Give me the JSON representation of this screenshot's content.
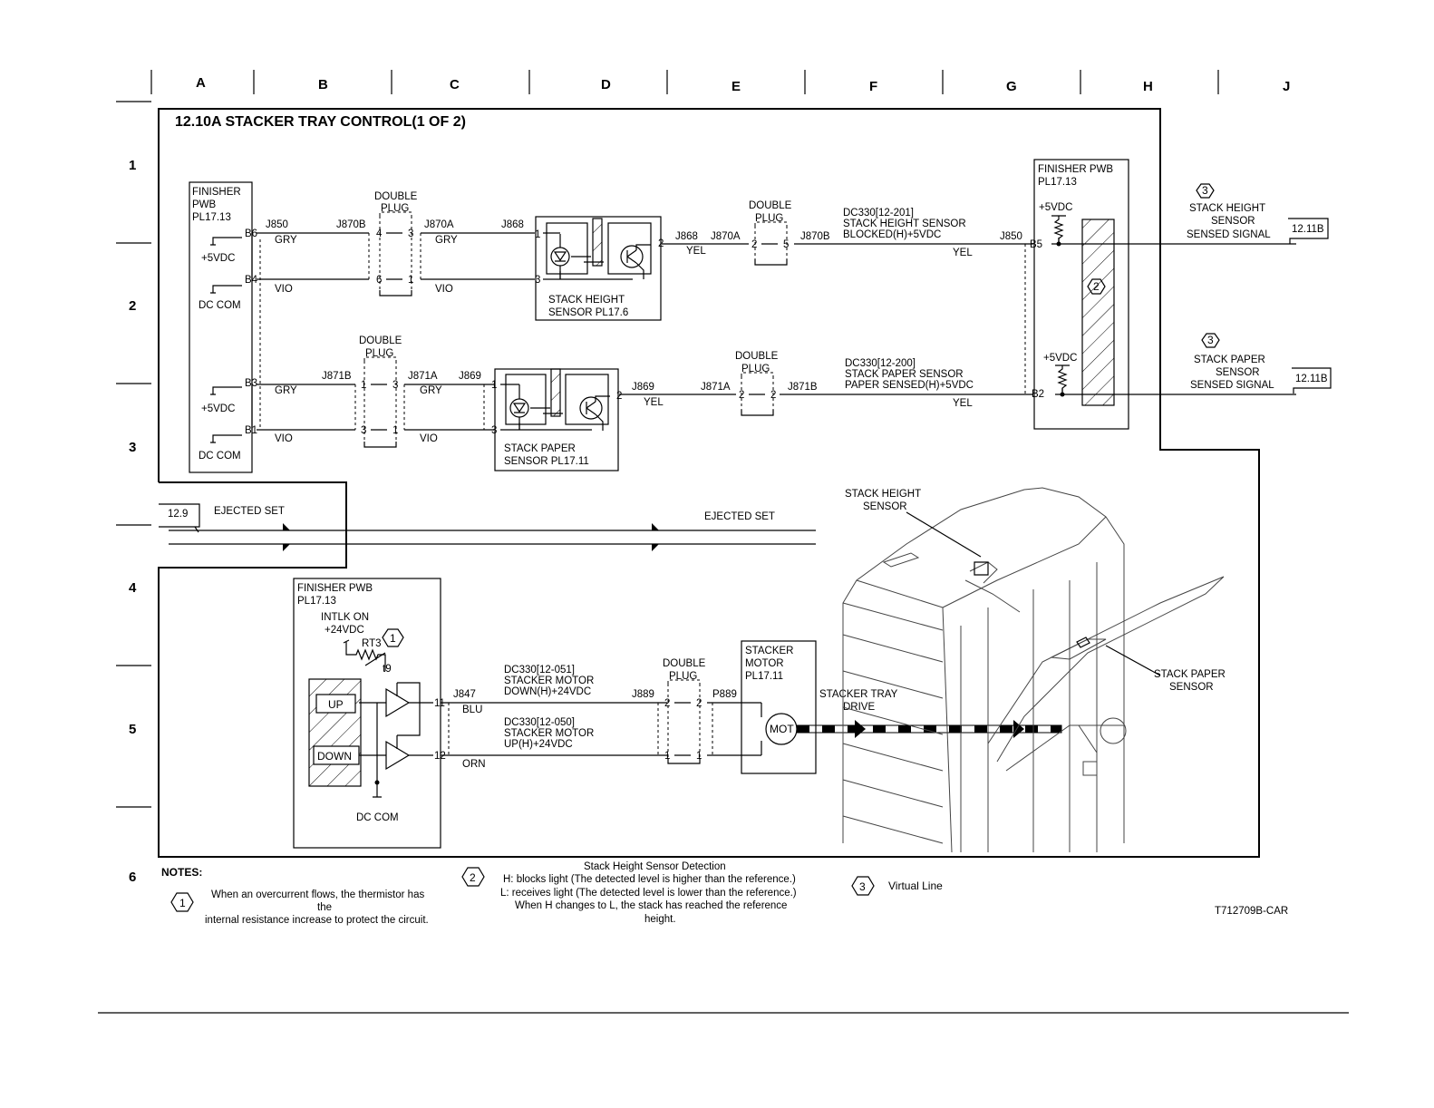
{
  "grid": {
    "columns": [
      "A",
      "B",
      "C",
      "D",
      "E",
      "F",
      "G",
      "H",
      "J"
    ],
    "rows": [
      "1",
      "2",
      "3",
      "4",
      "5",
      "6"
    ]
  },
  "title": "12.10A STACKER TRAY CONTROL(1 OF 2)",
  "pwb_top_left": {
    "line1": "FINISHER",
    "line2": "PWB",
    "line3": "PL17.13",
    "pin_b6": "B6",
    "pin_b4": "B4",
    "pin_b3": "B3",
    "pin_b1": "B1",
    "v1": "+5VDC",
    "g1": "DC COM",
    "v2": "+5VDC",
    "g2": "DC COM"
  },
  "pwb_top_right": {
    "line1": "FINISHER PWB",
    "line2": "PL17.13",
    "v1": "+5VDC",
    "v2": "+5VDC",
    "pin_b5": "B5",
    "pin_b2": "B2"
  },
  "pwb_bottom": {
    "line1": "FINISHER PWB",
    "line2": "PL17.13",
    "intlk1": "INTLK ON",
    "intlk2": "+24VDC",
    "rt3": "RT3",
    "t9": "t9",
    "up": "UP",
    "down": "DOWN",
    "gnd": "DC COM",
    "pin11": "11",
    "pin12": "12"
  },
  "wires": {
    "gry": "GRY",
    "vio": "VIO",
    "yel": "YEL",
    "blu": "BLU",
    "orn": "ORN"
  },
  "connectors": {
    "j850": "J850",
    "j870b": "J870B",
    "j870a": "J870A",
    "j868": "J868",
    "j871b": "J871B",
    "j871a": "J871A",
    "j869": "J869",
    "j847": "J847",
    "j889": "J889",
    "p889": "P889"
  },
  "plugs": {
    "double": "DOUBLE",
    "plug": "PLUG",
    "p4": "4",
    "p3": "3",
    "p6": "6",
    "p1": "1",
    "p2": "2",
    "p5": "5",
    "dash": "—"
  },
  "sensor_height": {
    "name1": "STACK HEIGHT",
    "name2": "SENSOR PL17.6",
    "pin1": "1",
    "pin2": "2",
    "pin3": "3"
  },
  "sensor_paper": {
    "name1": "STACK PAPER",
    "name2": "SENSOR PL17.11",
    "pin1": "1",
    "pin2": "2",
    "pin3": "3"
  },
  "dc_height": {
    "l1": "DC330[12-201]",
    "l2": "STACK HEIGHT SENSOR",
    "l3": "BLOCKED(H)+5VDC"
  },
  "dc_paper": {
    "l1": "DC330[12-200]",
    "l2": "STACK PAPER SENSOR",
    "l3": "PAPER SENSED(H)+5VDC"
  },
  "dc_down": {
    "l1": "DC330[12-051]",
    "l2": "STACKER MOTOR",
    "l3": "DOWN(H)+24VDC"
  },
  "dc_up": {
    "l1": "DC330[12-050]",
    "l2": "STACKER MOTOR",
    "l3": "UP(H)+24VDC"
  },
  "signals": {
    "height1": "STACK HEIGHT",
    "height2": "SENSOR",
    "height3": "SENSED SIGNAL",
    "paper1": "STACK PAPER",
    "paper2": "SENSOR",
    "paper3": "SENSED SIGNAL",
    "ref": "12.11B"
  },
  "ejected": {
    "ref": "12.9",
    "label_left": "EJECTED SET",
    "label_right": "EJECTED SET"
  },
  "motor": {
    "l1": "STACKER",
    "l2": "MOTOR",
    "l3": "PL17.11",
    "mot": "MOT",
    "drive1": "STACKER TRAY",
    "drive2": "DRIVE"
  },
  "illustration": {
    "height1": "STACK HEIGHT",
    "height2": "SENSOR",
    "paper1": "STACK PAPER",
    "paper2": "SENSOR"
  },
  "notes": {
    "heading": "NOTES:",
    "n1_num": "1",
    "n1_l1": "When an overcurrent flows, the thermistor has",
    "n1_l2": "the",
    "n1_l3": "internal resistance increase to protect the circuit.",
    "n2_num": "2",
    "n2_l1": "Stack Height Sensor Detection",
    "n2_l2": "H: blocks light (The detected level is higher than the reference.)",
    "n2_l3": "L: receives light (The detected level is lower than the reference.)",
    "n2_l4": "When H changes to L, the stack has reached the reference",
    "n2_l5": "height.",
    "n3_num": "3",
    "n3_l1": "Virtual Line"
  },
  "drawing_id": "T712709B-CAR"
}
